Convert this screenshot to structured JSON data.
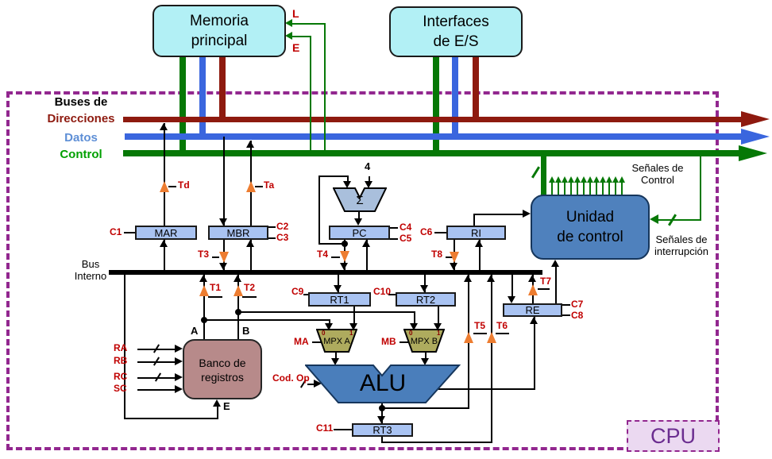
{
  "external": {
    "memory": {
      "line1": "Memoria",
      "line2": "principal"
    },
    "io": {
      "line1": "Interfaces",
      "line2": "de E/S"
    }
  },
  "buses": {
    "title": "Buses de",
    "address": "Direcciones",
    "data": "Datos",
    "control": "Control"
  },
  "cpu": {
    "cpu_label": "CPU",
    "internal_bus": {
      "line1": "Bus",
      "line2": "Interno"
    },
    "control_unit": {
      "line1": "Unidad",
      "line2": "de control"
    },
    "control_signals": {
      "line1": "Señales de",
      "line2": "Control"
    },
    "interrupt_signals": {
      "line1": "Señales de",
      "line2": "interrupción"
    },
    "register_bank": {
      "line1": "Banco de",
      "line2": "registros"
    },
    "alu_label": "ALU",
    "adder_symbol": "Σ",
    "adder_const": "4",
    "mpx_a": "MPX A",
    "mpx_b": "MPX B",
    "mux_in0": "0",
    "mux_in1": "1",
    "registers": {
      "mar": "MAR",
      "mbr": "MBR",
      "pc": "PC",
      "ri": "RI",
      "rt1": "RT1",
      "rt2": "RT2",
      "rt3": "RT3",
      "re": "RE"
    },
    "signals": {
      "c1": "C1",
      "c2": "C2",
      "c3": "C3",
      "c4": "C4",
      "c5": "C5",
      "c6": "C6",
      "c7": "C7",
      "c8": "C8",
      "c9": "C9",
      "c10": "C10",
      "c11": "C11",
      "t1": "T1",
      "t2": "T2",
      "t3": "T3",
      "t4": "T4",
      "t5": "T5",
      "t6": "T6",
      "t7": "T7",
      "t8": "T8",
      "td": "Td",
      "ta": "Ta",
      "ra": "RA",
      "rb": "RB",
      "rc": "RC",
      "sc": "SC",
      "ma": "MA",
      "mb": "MB",
      "cod_op": "Cod. Op",
      "l": "L",
      "e": "E",
      "port_a": "A",
      "port_b": "B",
      "port_e": "E"
    }
  },
  "colors": {
    "bus_address": "#8E1A0F",
    "bus_data": "#3A66DE",
    "bus_control": "#067806",
    "label_data": "#5E8FD6",
    "label_control": "#00A000",
    "cpu_border": "#92278F",
    "cpu_text": "#6B2D90",
    "box_cyan": "#B2F0F5",
    "control_unit_fill": "#4F81BD",
    "register_fill": "#A9C3F2",
    "bank_fill": "#B78A8A",
    "mpx_fill": "#AEAB5E",
    "adder_fill": "#A9BFDC",
    "alu_fill": "#4A7EBB",
    "signal_red": "#C00000",
    "marker_orange": "#ED7D31"
  }
}
